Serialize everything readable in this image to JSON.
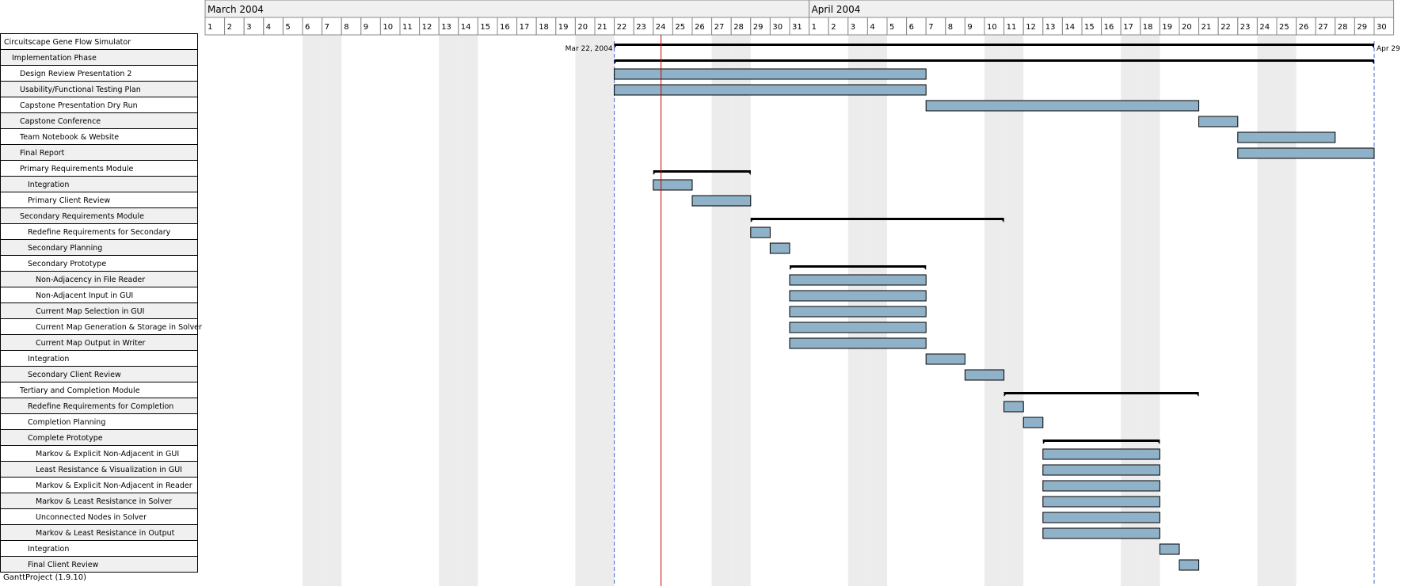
{
  "app": {
    "footer": "GanttProject (1.9.10)"
  },
  "timeline": {
    "months": [
      {
        "label": "March  2004",
        "year": 2004,
        "month": 3,
        "start_day": 1,
        "days": 31
      },
      {
        "label": "April  2004",
        "year": 2004,
        "month": 4,
        "start_day": 1,
        "days": 30
      }
    ],
    "today_marker": "2004-03-24",
    "project_start_label": "Mar 22, 2004",
    "project_end_label": "Apr 29",
    "highlighted_days": [
      "2004-03-06",
      "2004-03-07",
      "2004-03-13",
      "2004-03-14",
      "2004-03-20",
      "2004-03-21",
      "2004-03-27",
      "2004-03-28",
      "2004-04-03",
      "2004-04-04",
      "2004-04-10",
      "2004-04-11",
      "2004-04-17",
      "2004-04-18",
      "2004-04-24",
      "2004-04-25"
    ]
  },
  "tasks": [
    {
      "name": "Circuitscape Gene Flow Simulator",
      "level": 0,
      "summary": true,
      "start": "2004-03-22",
      "end": "2004-04-30"
    },
    {
      "name": "Implementation Phase",
      "level": 1,
      "summary": true,
      "start": "2004-03-22",
      "end": "2004-04-30"
    },
    {
      "name": "Design Review Presentation 2",
      "level": 2,
      "start": "2004-03-22",
      "end": "2004-04-07"
    },
    {
      "name": "Usability/Functional Testing Plan",
      "level": 2,
      "start": "2004-03-22",
      "end": "2004-04-07"
    },
    {
      "name": "Capstone Presentation Dry Run",
      "level": 2,
      "start": "2004-04-07",
      "end": "2004-04-21"
    },
    {
      "name": "Capstone Conference",
      "level": 2,
      "start": "2004-04-21",
      "end": "2004-04-23"
    },
    {
      "name": "Team Notebook & Website",
      "level": 2,
      "start": "2004-04-23",
      "end": "2004-04-28"
    },
    {
      "name": "Final Report",
      "level": 2,
      "start": "2004-04-23",
      "end": "2004-04-30"
    },
    {
      "name": "Primary Requirements Module",
      "level": 2,
      "summary": true,
      "start": "2004-03-24",
      "end": "2004-03-29"
    },
    {
      "name": "Integration",
      "level": 3,
      "start": "2004-03-24",
      "end": "2004-03-26"
    },
    {
      "name": "Primary Client Review",
      "level": 3,
      "start": "2004-03-26",
      "end": "2004-03-29"
    },
    {
      "name": "Secondary Requirements Module",
      "level": 2,
      "summary": true,
      "start": "2004-03-29",
      "end": "2004-04-11"
    },
    {
      "name": "Redefine Requirements for Secondary",
      "level": 3,
      "start": "2004-03-29",
      "end": "2004-03-30"
    },
    {
      "name": "Secondary Planning",
      "level": 3,
      "start": "2004-03-30",
      "end": "2004-03-31"
    },
    {
      "name": "Secondary Prototype",
      "level": 3,
      "summary": true,
      "start": "2004-03-31",
      "end": "2004-04-07"
    },
    {
      "name": "Non-Adjacency in File Reader",
      "level": 4,
      "start": "2004-03-31",
      "end": "2004-04-07"
    },
    {
      "name": "Non-Adjacent Input in GUI",
      "level": 4,
      "start": "2004-03-31",
      "end": "2004-04-07"
    },
    {
      "name": "Current Map Selection in GUI",
      "level": 4,
      "start": "2004-03-31",
      "end": "2004-04-07"
    },
    {
      "name": "Current Map Generation & Storage in Solver",
      "level": 4,
      "start": "2004-03-31",
      "end": "2004-04-07"
    },
    {
      "name": "Current Map Output in Writer",
      "level": 4,
      "start": "2004-03-31",
      "end": "2004-04-07"
    },
    {
      "name": "Integration",
      "level": 3,
      "start": "2004-04-07",
      "end": "2004-04-09"
    },
    {
      "name": "Secondary Client Review",
      "level": 3,
      "start": "2004-04-09",
      "end": "2004-04-11"
    },
    {
      "name": "Tertiary and Completion Module",
      "level": 2,
      "summary": true,
      "start": "2004-04-11",
      "end": "2004-04-21"
    },
    {
      "name": "Redefine Requirements for Completion",
      "level": 3,
      "start": "2004-04-11",
      "end": "2004-04-12"
    },
    {
      "name": "Completion Planning",
      "level": 3,
      "start": "2004-04-12",
      "end": "2004-04-13"
    },
    {
      "name": "Complete Prototype",
      "level": 3,
      "summary": true,
      "start": "2004-04-13",
      "end": "2004-04-19"
    },
    {
      "name": "Markov & Explicit Non-Adjacent in GUI",
      "level": 4,
      "start": "2004-04-13",
      "end": "2004-04-19"
    },
    {
      "name": "Least Resistance & Visualization in GUI",
      "level": 4,
      "start": "2004-04-13",
      "end": "2004-04-19"
    },
    {
      "name": "Markov & Explicit Non-Adjacent in Reader",
      "level": 4,
      "start": "2004-04-13",
      "end": "2004-04-19"
    },
    {
      "name": "Markov & Least Resistance in Solver",
      "level": 4,
      "start": "2004-04-13",
      "end": "2004-04-19"
    },
    {
      "name": "Unconnected Nodes in Solver",
      "level": 4,
      "start": "2004-04-13",
      "end": "2004-04-19"
    },
    {
      "name": "Markov & Least Resistance in Output",
      "level": 4,
      "start": "2004-04-13",
      "end": "2004-04-19"
    },
    {
      "name": "Integration",
      "level": 3,
      "start": "2004-04-19",
      "end": "2004-04-20"
    },
    {
      "name": "Final Client Review",
      "level": 3,
      "start": "2004-04-20",
      "end": "2004-04-21"
    }
  ],
  "colors": {
    "bar_fill": "#8fb2c9",
    "weekend_fill": "#ececec",
    "row_alt_fill": "#f0f0f0",
    "header_fill": "#f0f0f0",
    "today_line": "#cc0000",
    "project_bound_line": "#4466cc"
  }
}
